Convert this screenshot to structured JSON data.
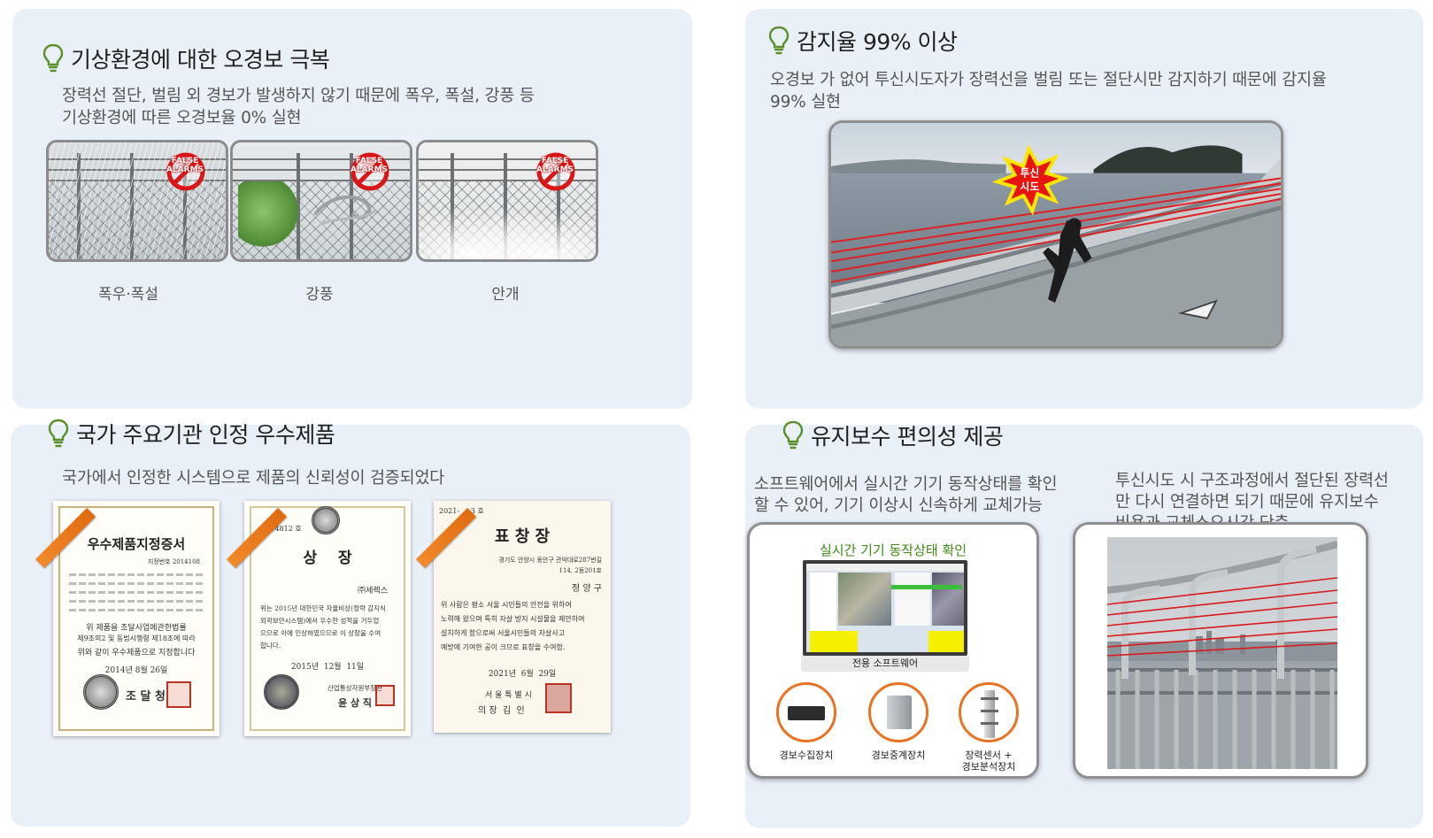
{
  "colors": {
    "panel_bg": "#eaf0f8",
    "bulb": "#5b8f2a",
    "accent_red": "#e02020",
    "accent_orange": "#e87322",
    "green_text": "#3d8a16"
  },
  "section1": {
    "title": "기상환경에 대한 오경보 극복",
    "desc_line1": "장력선 절단, 벌림 외 경보가 발생하지 않기 때문에 폭우, 폭설, 강풍 등",
    "desc_line2": "기상환경에 따른 오경보율 0% 실현",
    "badge_line1": "FALSE",
    "badge_line2": "ALARMS",
    "captions": [
      "폭우·폭설",
      "강풍",
      "안개"
    ]
  },
  "section2": {
    "title": "감지율 99% 이상",
    "desc_line1": "오경보 가 없어 투신시도자가 장력선을 벌림 또는 절단시만 감지하기 때문에  감지율",
    "desc_line2": "99% 실현",
    "burst_line1": "투신",
    "burst_line2": "시도"
  },
  "section3": {
    "title": "국가 주요기관 인정 우수제품",
    "desc": "국가에서 인정한 시스템으로 제품의 신뢰성이 검증되었다",
    "cert1": {
      "title": "우수제품지정증서",
      "number": "지정번호 2014108",
      "body_line1": "위 제품을 조달사업에관한법률",
      "body_line2": "제9조의2 및 동법시행령 제18조에 따라",
      "body_line3": "위와 같이 우수제품으로 지정합니다",
      "date": "2014년 8월 26일",
      "issuer": "조 달 청"
    },
    "cert2": {
      "number": "제14812 호",
      "title": "상    장",
      "company": "㈜세렉스",
      "body_line1": "위는 2015년 대한민국 자율비상(정략 감지식",
      "body_line2": "외곽보안시스템)에서 우수한 성적을 거두었",
      "body_line3": "으므로 이에 인상하였으므로 이 상장을 수여",
      "body_line4": "합니다.",
      "date": "2015년  12월  11일",
      "issuer_line1": "산업통상자원부장관",
      "issuer_line2": "윤 상 직"
    },
    "cert3": {
      "number": "2021-     3 호",
      "title": "표 창 장",
      "addr_line1": "경기도 안양시 동안구 관악대로287번길",
      "addr_line2": "114, 2동201호",
      "recipient": "정 양 구",
      "body_line1": "위 사람은 평소 서울 시민들의 안전을 위하여",
      "body_line2": "노력해 왔으며 특히 자살 방지 시설물을 제안하여",
      "body_line3": "설치하게 함으로써 서울시민들의 자살사고",
      "body_line4": "예방에 기여한 공이 크므로 표창을 수여함.",
      "date": "2021년  6월  29일",
      "issuer_line1": "서 울 특 별 시",
      "issuer_line2": "의 장  김  인"
    }
  },
  "section4": {
    "title": "유지보수 편의성 제공",
    "left_desc_line1": "소프트웨어에서 실시간 기기 동작상태를 확인",
    "left_desc_line2": "할 수 있어, 기기 이상시 신속하게 교체가능",
    "right_desc_line1": "투신시도 시 구조과정에서 절단된 장력선",
    "right_desc_line2": "만 다시 연결하면 되기 때문에 유지보수",
    "right_desc_line3": "비용과 교체소요시간 단축",
    "software_title": "실시간 기기 동작상태 확인",
    "software_caption": "전용 소프트웨어",
    "devices": [
      {
        "label_line1": "경보수집장치",
        "label_line2": ""
      },
      {
        "label_line1": "경보중계장치",
        "label_line2": ""
      },
      {
        "label_line1": "장력센서 +",
        "label_line2": "경보분석장치"
      }
    ]
  }
}
